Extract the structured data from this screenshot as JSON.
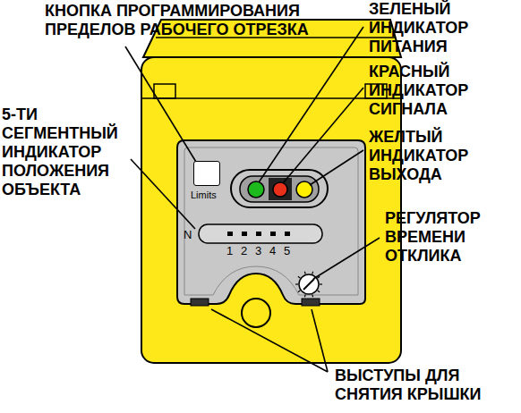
{
  "diagram": {
    "nodes": [
      {
        "text": [
          "Limits"
        ]
      }
    ],
    "labels": [
      "КНОПКА ПРОГРАММИРОВАНИЯ ПРЕДЕЛОВ РАБОЧЕГО ОТРЕЗКА",
      "5-ТИ СЕГМЕНТНЫЙ ИНДИКАТОР ПОЛОЖЕНИЯ ОБЪЕКТА",
      "ЗЕЛЕНЫЙ ИНДИКАТОР ПИТАНИЯ",
      "КРАСНЫЙ ИНДИКАТОР СИГНАЛА",
      "ЖЕЛТЫЙ ИНДИКАТОР ВЫХОДА",
      "РЕГУЛЯТОР ВРЕМЕНИ ОТКЛИКА",
      "ВЫСТУПЫ ДЛЯ СНЯТИЯ КРЫШКИ",
      "N",
      "1",
      "2",
      "3",
      "4",
      "5"
    ]
  }
}
